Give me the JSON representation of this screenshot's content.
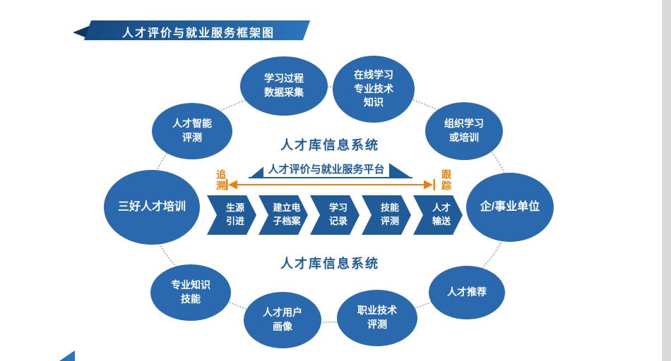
{
  "page": {
    "title": "人才评价与就业服务框架图"
  },
  "center": {
    "info_system_top": "人才库信息系统",
    "info_system_bottom": "人才库信息系统",
    "platform_label": "人才评价与就业服务平台",
    "trace_label": "追溯",
    "track_label": "跟踪"
  },
  "flow_steps": [
    {
      "text": "生源\n引进"
    },
    {
      "text": "建立电\n子档案"
    },
    {
      "text": "学习\n记录"
    },
    {
      "text": "技能\n评测"
    },
    {
      "text": "人才\n输送"
    }
  ],
  "nodes": [
    {
      "text": "学习过程\n数据采集"
    },
    {
      "text": "在线学习\n专业技术\n知识"
    },
    {
      "text": "人才智能\n评测"
    },
    {
      "text": "组织学习\n或培训"
    },
    {
      "text": "三好人才培训"
    },
    {
      "text": "企/事业单位"
    },
    {
      "text": "专业知识\n技能"
    },
    {
      "text": "人才用户\n画像"
    },
    {
      "text": "职业技术\n评测"
    },
    {
      "text": "人才推荐"
    }
  ],
  "colors": {
    "node_blue": "#2a69ae",
    "dark_blue": "#1f5c99",
    "banner_dark": "#0e355d",
    "accent_orange": "#e8820c",
    "strip_gray": "#d9d9d9"
  }
}
